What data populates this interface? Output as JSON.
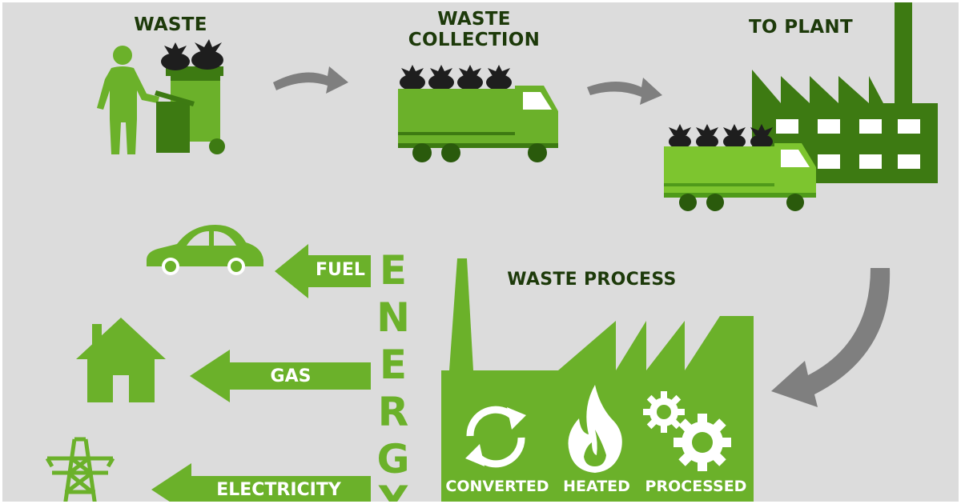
{
  "title": "",
  "steps": {
    "waste": "WASTE",
    "waste_collection_line1": "WASTE",
    "waste_collection_line2": "COLLECTION",
    "to_plant": "TO PLANT",
    "waste_process": "WASTE PROCESS"
  },
  "energy": {
    "letters": [
      "E",
      "N",
      "E",
      "R",
      "G",
      "Y"
    ]
  },
  "outputs": {
    "fuel": "FUEL",
    "gas": "GAS",
    "electricity": "ELECTRICITY"
  },
  "process_stages": {
    "converted": "CONVERTED",
    "heated": "HEATED",
    "processed": "PROCESSED"
  },
  "icons": [
    "person-icon",
    "bin-icon",
    "garbage-bag-icon",
    "truck-icon",
    "factory-icon",
    "car-icon",
    "house-icon",
    "power-tower-icon",
    "recycle-icon",
    "flame-icon",
    "gears-icon",
    "arrow-icon"
  ],
  "colors": {
    "background": "#dcdcdc",
    "green": "#6bb12a",
    "light_green": "#7dc52f",
    "dark_green": "#3d7a12",
    "text_dark": "#1d3a0a",
    "arrow_grey": "#7f7f7f",
    "bag": "#1e1e1e"
  }
}
